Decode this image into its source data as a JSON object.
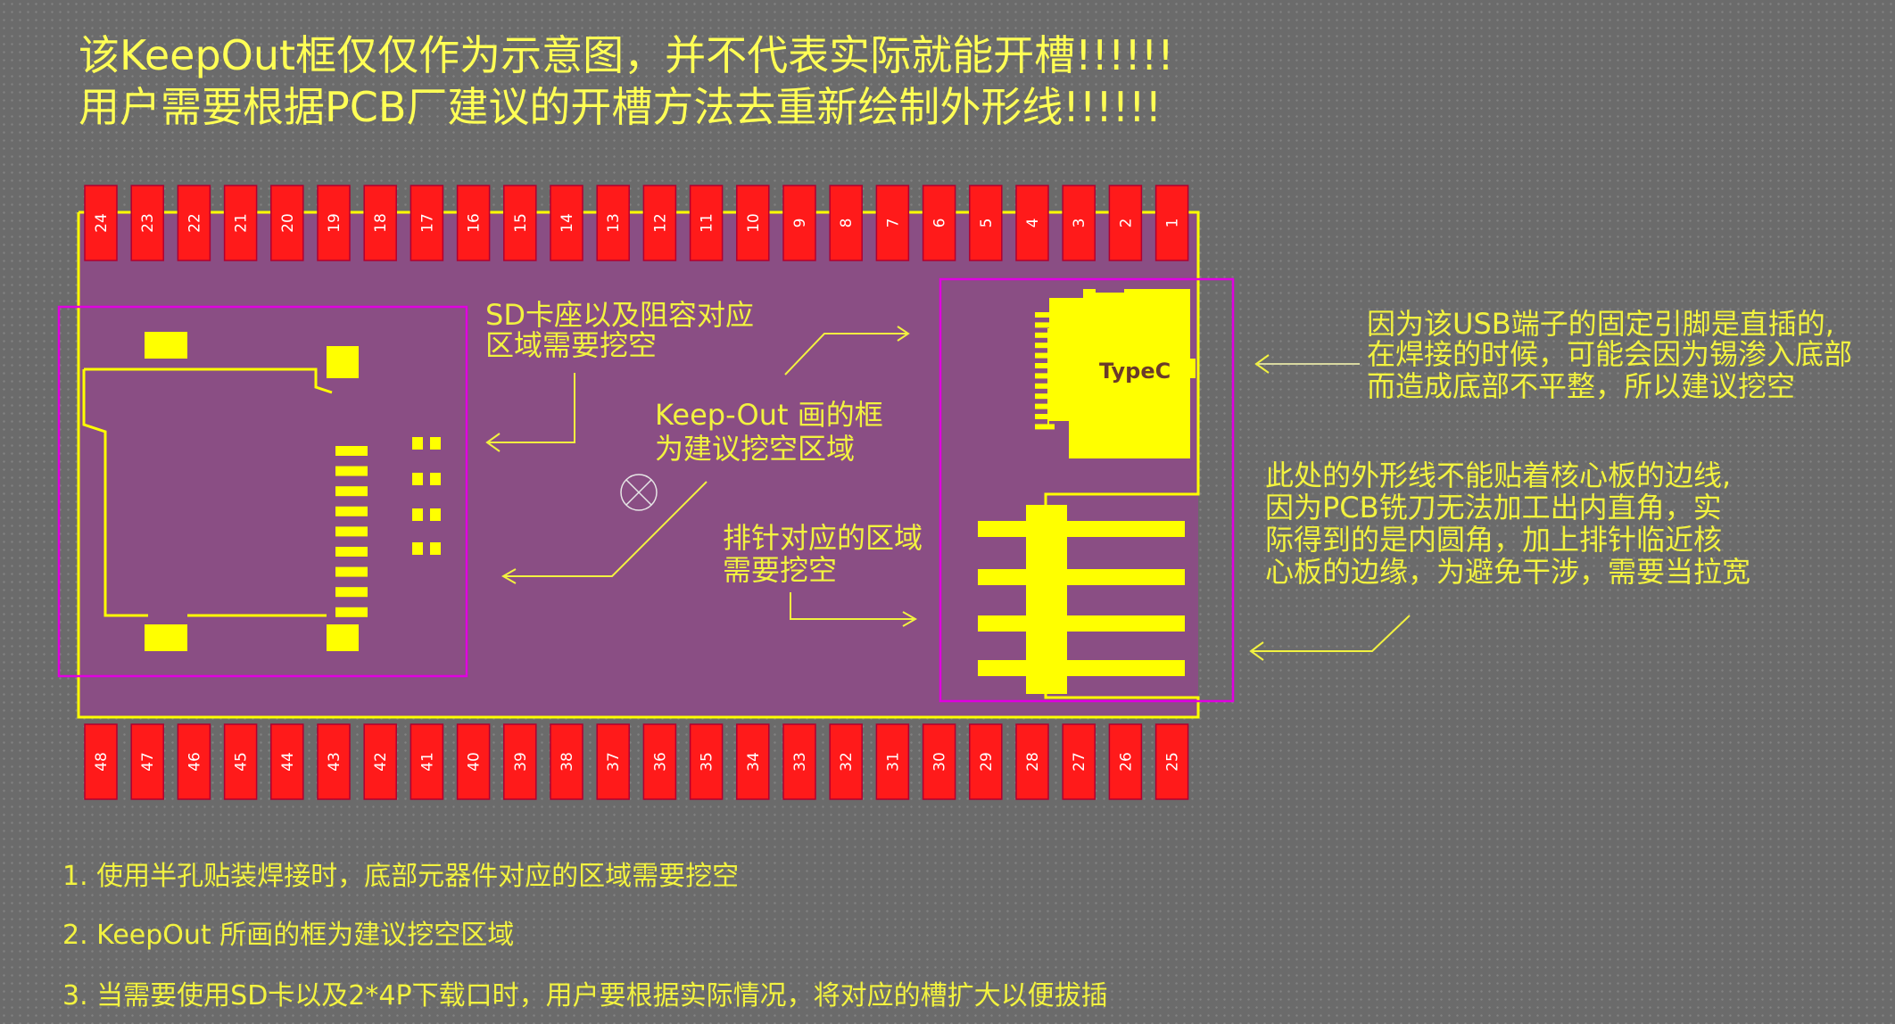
{
  "title": {
    "line1": "该KeepOut框仅仅作为示意图，并不代表实际就能开槽!!!!!!",
    "line2": "用户需要根据PCB厂建议的开槽方法去重新绘制外形线!!!!!!"
  },
  "annotations": {
    "sd_line1": "SD卡座以及阻容对应",
    "sd_line2": "区域需要挖空",
    "keepout_line1": "Keep-Out 画的框",
    "keepout_line2": "为建议挖空区域",
    "header_line1": "排针对应的区域",
    "header_line2": "需要挖空",
    "usb_line1": "因为该USB端子的固定引脚是直插的,",
    "usb_line2": "在焊接的时候，可能会因为锡渗入底部",
    "usb_line3": "而造成底部不平整，所以建议挖空",
    "outline_line1": "此处的外形线不能贴着核心板的边线,",
    "outline_line2": "因为PCB铣刀无法加工出内直角，实",
    "outline_line3": "际得到的是内圆角，加上排针临近核",
    "outline_line4": "心板的边缘，为避免干涉，需要当拉宽"
  },
  "typec_label": "TypeC",
  "pins_top": [
    "24",
    "23",
    "22",
    "21",
    "20",
    "19",
    "18",
    "17",
    "16",
    "15",
    "14",
    "13",
    "12",
    "11",
    "10",
    "9",
    "8",
    "7",
    "6",
    "5",
    "4",
    "3",
    "2",
    "1"
  ],
  "pins_bottom": [
    "48",
    "47",
    "46",
    "45",
    "44",
    "43",
    "42",
    "41",
    "40",
    "39",
    "38",
    "37",
    "36",
    "35",
    "34",
    "33",
    "32",
    "31",
    "30",
    "29",
    "28",
    "27",
    "26",
    "25"
  ],
  "footer": {
    "item1": "1. 使用半孔贴装焊接时，底部元器件对应的区域需要挖空",
    "item2": "2. KeepOut 所画的框为建议挖空区域",
    "item3": "3. 当需要使用SD卡以及2*4P下载口时，用户要根据实际情况，将对应的槽扩大以便拔插"
  },
  "colors": {
    "board": "#8a4e84",
    "pad": "#ff1a1a",
    "silk": "#ffff00",
    "keepout": "#e000e0",
    "text": "#ffff55"
  }
}
